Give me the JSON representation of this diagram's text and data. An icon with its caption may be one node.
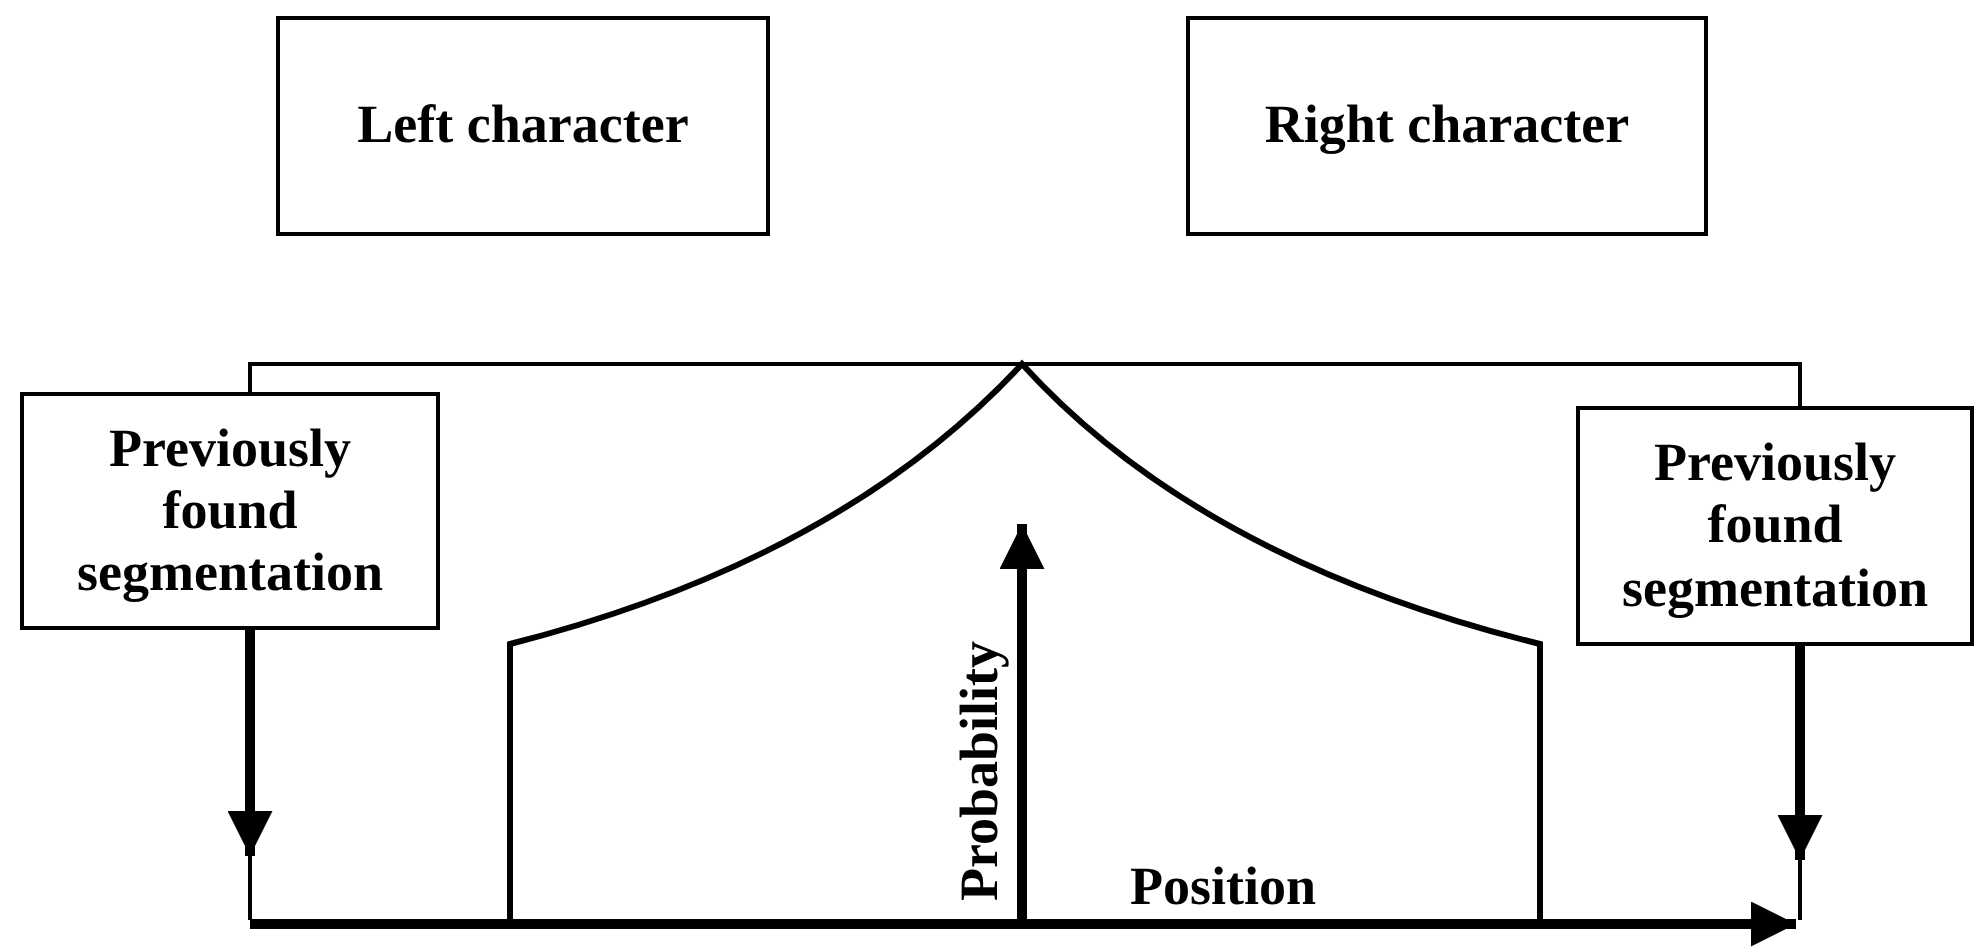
{
  "diagram": {
    "nodes": [
      {
        "text": [
          "Left character"
        ]
      },
      {
        "text": [
          "Right character"
        ]
      },
      {
        "text": [
          "Previously found segmentation"
        ]
      },
      {
        "text": [
          "Previously found segmentation"
        ]
      }
    ],
    "edges": [
      {
        "from": 2,
        "to": null,
        "arrow": "to"
      },
      {
        "from": 3,
        "to": null,
        "arrow": "to"
      }
    ],
    "labels": [
      "Probability",
      "Position"
    ]
  }
}
